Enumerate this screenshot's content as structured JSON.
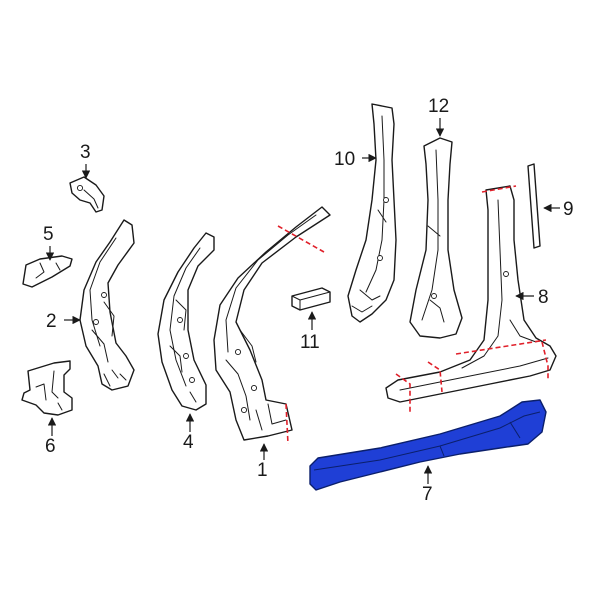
{
  "callouts": [
    {
      "id": "1",
      "label": "1"
    },
    {
      "id": "2",
      "label": "2"
    },
    {
      "id": "3",
      "label": "3"
    },
    {
      "id": "4",
      "label": "4"
    },
    {
      "id": "5",
      "label": "5"
    },
    {
      "id": "6",
      "label": "6"
    },
    {
      "id": "7",
      "label": "7"
    },
    {
      "id": "8",
      "label": "8"
    },
    {
      "id": "9",
      "label": "9"
    },
    {
      "id": "10",
      "label": "10"
    },
    {
      "id": "11",
      "label": "11"
    },
    {
      "id": "12",
      "label": "12"
    }
  ],
  "colors": {
    "highlight": "#1f3fd6",
    "highlight_outline": "#0b1f6b",
    "cut_line": "#e0202a",
    "line_art": "#1a1a1a",
    "background": "#ffffff"
  },
  "highlighted_part": "7"
}
